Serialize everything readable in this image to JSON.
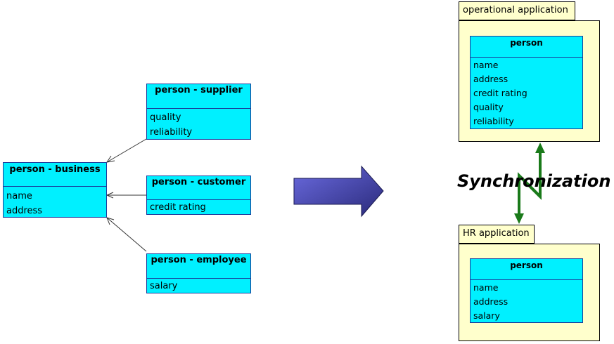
{
  "left": {
    "business": {
      "title": "person - business",
      "attrs": [
        "name",
        "address"
      ]
    },
    "supplier": {
      "title": "person - supplier",
      "attrs": [
        "quality",
        "reliability"
      ]
    },
    "customer": {
      "title": "person - customer",
      "attrs": [
        "credit rating"
      ]
    },
    "employee": {
      "title": "person - employee",
      "attrs": [
        "salary"
      ]
    }
  },
  "right": {
    "operational": {
      "package": "operational application",
      "class_title": "person",
      "attrs": [
        "name",
        "address",
        "credit rating",
        "quality",
        "reliability"
      ]
    },
    "hr": {
      "package": "HR application",
      "class_title": "person",
      "attrs": [
        "name",
        "address",
        "salary"
      ]
    }
  },
  "sync_label": "Synchronization",
  "colors": {
    "class_fill": "#00f0ff",
    "package_fill": "#ffffcc",
    "arrow_fill": "#5a5ad0",
    "sync_arrow": "#1a7a1a"
  }
}
